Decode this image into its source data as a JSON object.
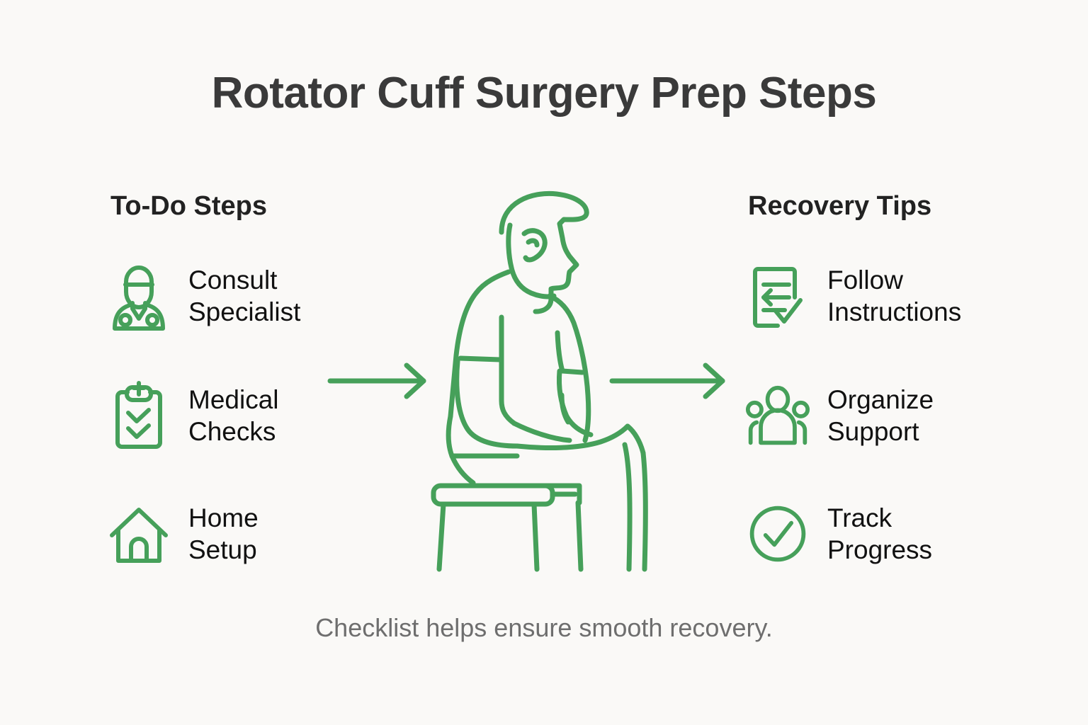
{
  "page": {
    "title": "Rotator Cuff Surgery Prep Steps",
    "footer_note": "Checklist helps ensure smooth recovery.",
    "background_color": "#faf9f7",
    "accent_color": "#46a05a",
    "title_color": "#3a3a3a",
    "label_color": "#111111",
    "footer_color": "#6e6e6e"
  },
  "left_column": {
    "heading": "To-Do Steps",
    "items": [
      {
        "label": "Consult\nSpecialist",
        "icon": "doctor-icon"
      },
      {
        "label": "Medical\nChecks",
        "icon": "clipboard-check-icon"
      },
      {
        "label": "Home\nSetup",
        "icon": "house-icon"
      }
    ]
  },
  "right_column": {
    "heading": "Recovery Tips",
    "items": [
      {
        "label": "Follow\nInstructions",
        "icon": "document-instructions-icon"
      },
      {
        "label": "Organize\nSupport",
        "icon": "people-group-icon"
      },
      {
        "label": "Track\nProgress",
        "icon": "circle-check-icon"
      }
    ]
  },
  "center": {
    "illustration": "seated-person-on-stool-illustration"
  },
  "arrows": [
    {
      "name": "arrow-left-to-center",
      "direction": "right"
    },
    {
      "name": "arrow-center-to-right",
      "direction": "right"
    }
  ]
}
